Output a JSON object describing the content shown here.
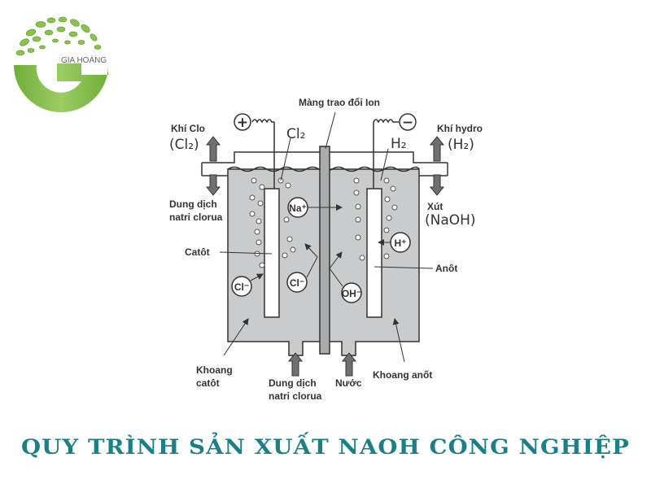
{
  "logo": {
    "brand": "GIA HOÀNG",
    "color": "#7cb342"
  },
  "diagram": {
    "membrane": "Màng trao đổi Ion",
    "chlorine_gas": "Khí Clo",
    "chlorine_formula": "(Cl₂)",
    "hydrogen_gas": "Khí hydro",
    "hydrogen_formula": "(H₂)",
    "cl2": "Cl₂",
    "h2": "H₂",
    "plus": "+",
    "minus": "−",
    "brine_out_1": "Dung dịch",
    "brine_out_2": "natri clorua",
    "caustic": "Xút",
    "caustic_formula": "(NaOH)",
    "cathode": "Catôt",
    "anode": "Anôt",
    "ion_na": "Na⁺",
    "ion_h": "H⁺",
    "ion_cl": "Cl⁻",
    "ion_oh": "OH⁻",
    "cathode_chamber_1": "Khoang",
    "cathode_chamber_2": "catôt",
    "brine_in_1": "Dung dịch",
    "brine_in_2": "natri clorua",
    "water": "Nước",
    "anode_chamber": "Khoang anốt"
  },
  "title": {
    "text": "QUY TRÌNH SẢN XUẤT NAOH CÔNG NGHIỆP",
    "color": "#1d7f86"
  }
}
